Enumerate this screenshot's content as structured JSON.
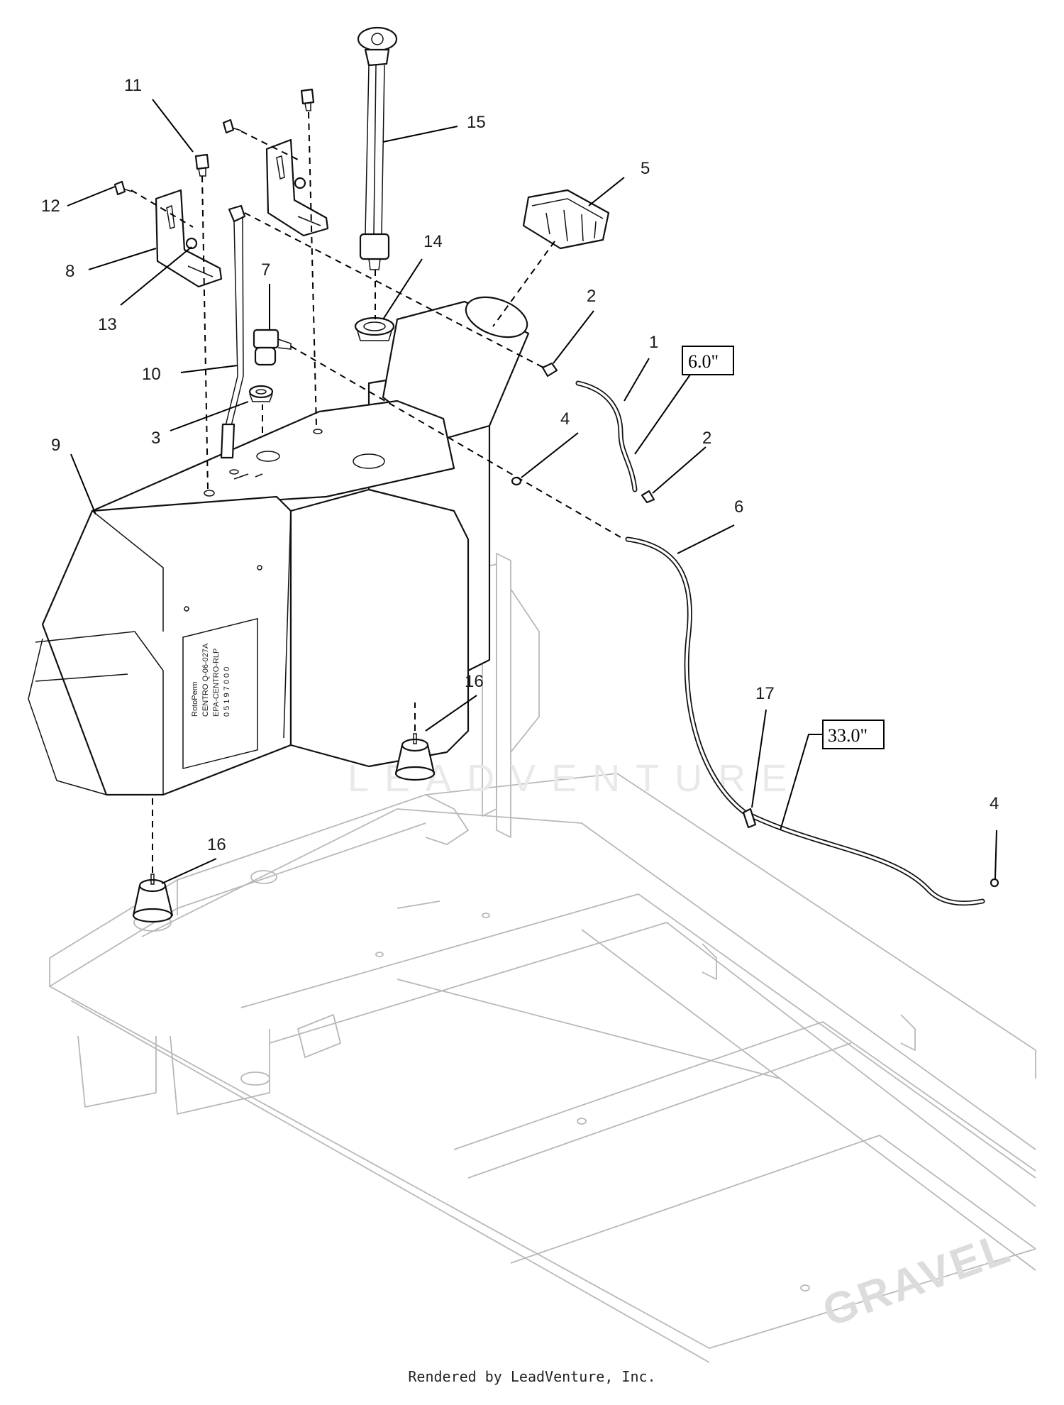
{
  "callouts": {
    "c1": "1",
    "c2a": "2",
    "c2b": "2",
    "c3": "3",
    "c4a": "4",
    "c4b": "4",
    "c5": "5",
    "c6": "6",
    "c7": "7",
    "c8": "8",
    "c9": "9",
    "c10": "10",
    "c11": "11",
    "c12": "12",
    "c13": "13",
    "c14": "14",
    "c15": "15",
    "c16a": "16",
    "c16b": "16",
    "c17": "17"
  },
  "dimensions": {
    "d1": "6.0\"",
    "d2": "33.0\""
  },
  "tank_label": {
    "line1": "RotoPerm",
    "line2": "CENTRO Q-06-027A",
    "line3": "EPA-CENTRO-RLP",
    "line4": "0 5 1 9 7 0 0 0"
  },
  "frame_brand": "GRAVEL",
  "watermark": "LEADVENTURE",
  "footer": "Rendered by LeadVenture, Inc."
}
